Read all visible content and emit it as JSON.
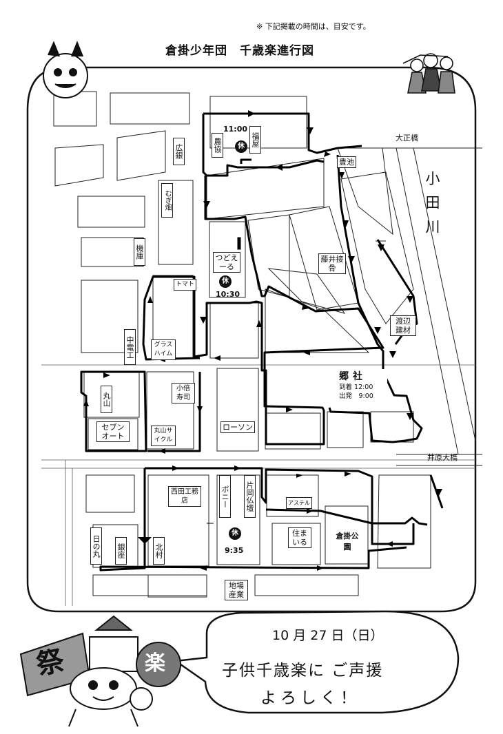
{
  "header": {
    "note": "※ 下記掲載の時間は、目安です。",
    "title": "倉掛少年団　千歳楽進行図"
  },
  "river": "小田川",
  "bridges": {
    "taisho": "大正橋",
    "ibara": "井原大橋"
  },
  "buildings": {
    "nokyo": "農協",
    "fukuya": "福屋",
    "hirogin": "広銀",
    "mugibatake": "むぎ畑",
    "toyoike": "豊池",
    "kiko": "機庫",
    "tsudoeru": "つどえーる",
    "fujii": "藤井接骨",
    "watanabe": "渡辺建材",
    "tomato": "トマト",
    "chuden": "中電工",
    "glasheim": "グラスハイム",
    "shrine": "郷社",
    "maruyama": "丸山",
    "kobashi": "小倍寿司",
    "seven": "セブンオート",
    "maruyama_cycle": "丸山サイクル",
    "lawson": "ローソン",
    "nishida": "西田工務店",
    "pony": "ポニー",
    "kataoka": "片岡仏壇",
    "asuteru": "アステル",
    "sumairu": "住まいる",
    "kurakake_park": "倉掛公園",
    "hinomaru": "日の丸",
    "ginza": "銀座",
    "kitamura": "北村",
    "chiba": "地場産業"
  },
  "rest_mark": "休",
  "times": {
    "stop1": "11:00",
    "stop2": "10:30",
    "stop3": "9:35",
    "shrine_arrive": "到着 12:00",
    "shrine_depart": "出発　9:00"
  },
  "bubble": {
    "line1": "10 月 27 日（日）",
    "line2": "子供千歳楽に  ご声援",
    "line3": "よろしく！"
  },
  "festival_chars": [
    "祭",
    "楽"
  ]
}
